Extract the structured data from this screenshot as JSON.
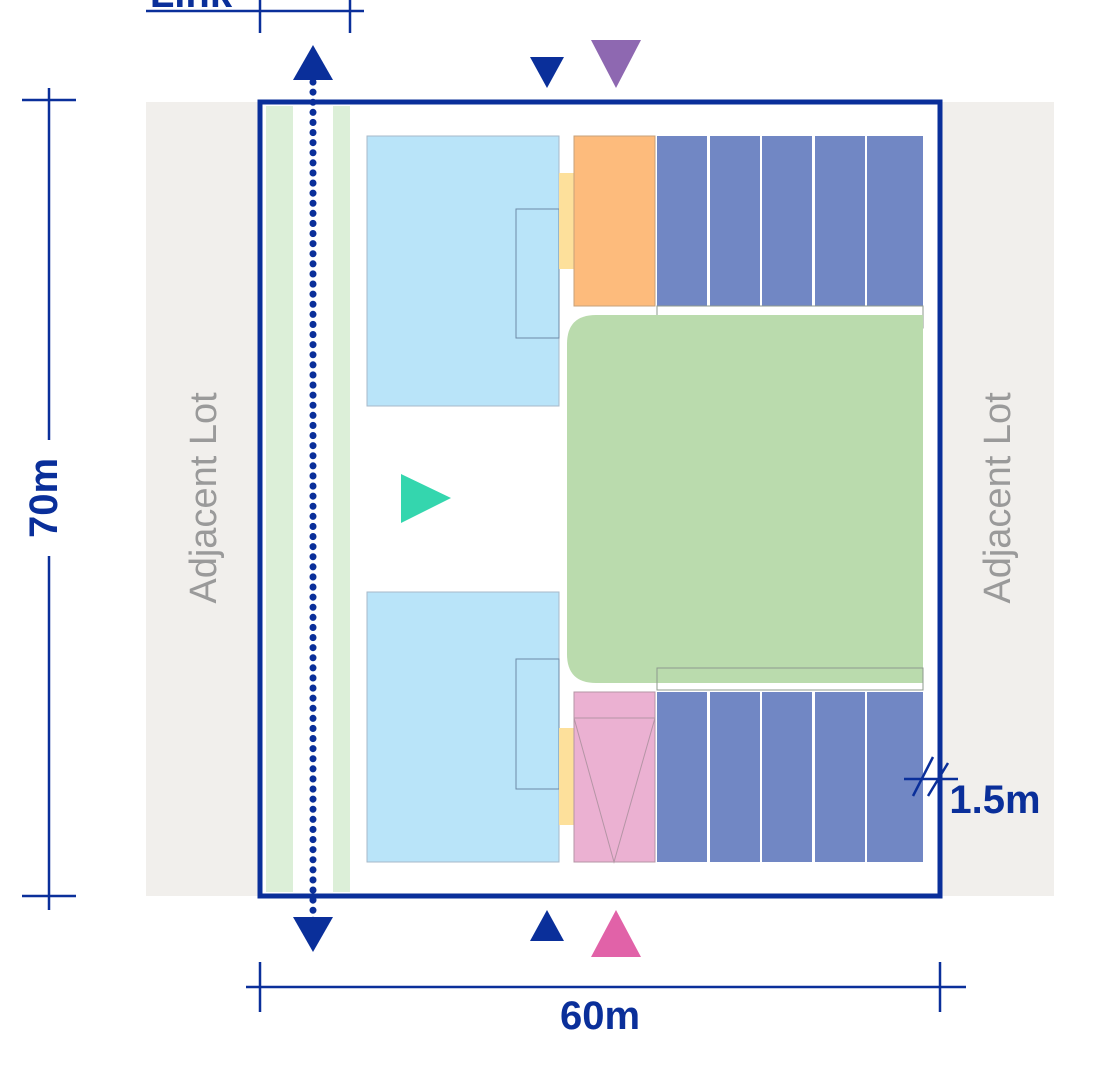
{
  "labels": {
    "link": "Link",
    "height_dim": "70m",
    "width_dim": "60m",
    "setback_dim": "1.5m",
    "adjacent_left": "Adjacent Lot",
    "adjacent_right": "Adjacent Lot"
  },
  "colors": {
    "line_blue": "#0a2f9a",
    "adjacent_lot": "#f1efec",
    "green_strip": "#dcefd8",
    "light_blue_block": "#b9e4f9",
    "orange_block": "#fdbb7c",
    "pink_block": "#ebb1d2",
    "parking_blue": "#7187c4",
    "courtyard_green": "#badbad",
    "yellow_connector": "#fde09b",
    "teal_marker": "#34d6ae",
    "purple_marker": "#8e68b1",
    "pink_marker": "#e162a8"
  },
  "icons": {
    "entry_arrow_top": "triangle-down-icon",
    "entry_arrow_bottom": "triangle-up-icon",
    "service_marker_top": "triangle-down-icon",
    "service_marker_bottom": "triangle-up-icon",
    "pedestrian_marker": "triangle-right-icon",
    "link_arrow_up": "arrow-up-icon",
    "link_arrow_down": "arrow-down-icon"
  }
}
